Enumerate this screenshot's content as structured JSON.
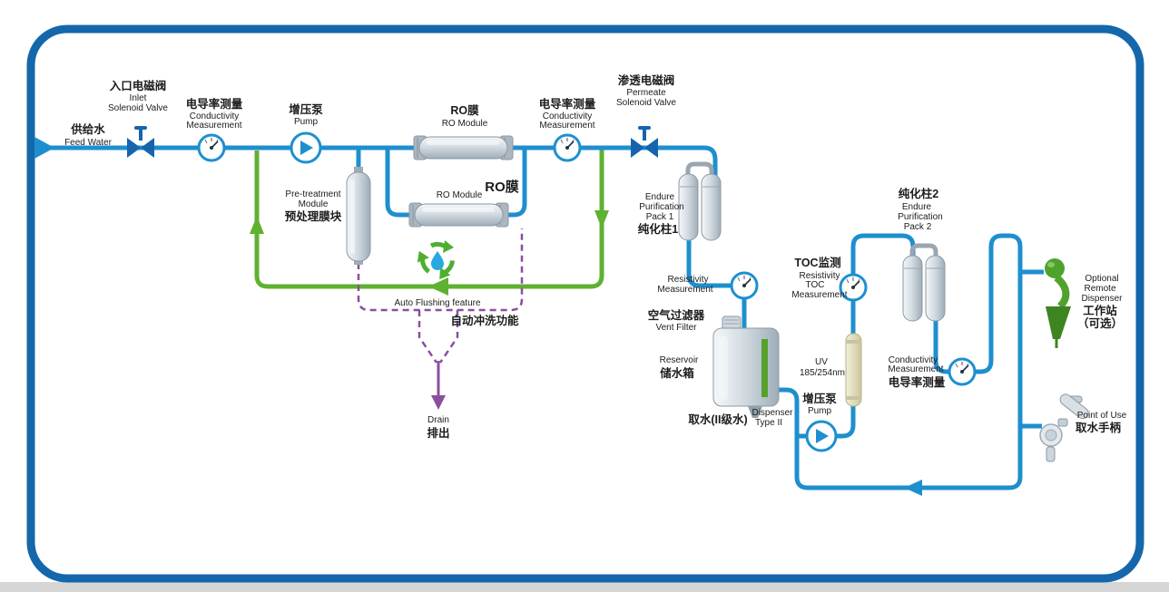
{
  "colors": {
    "pipe_blue": "#1e8fce",
    "pipe_green": "#5fb130",
    "pipe_purple": "#8a4f9e",
    "border_blue": "#1467ab"
  },
  "labels": {
    "feed_water": {
      "zh": "供给水",
      "en": "Feed Water"
    },
    "inlet_valve": {
      "zh": "入口电磁阀",
      "en1": "Inlet",
      "en2": "Solenoid Valve"
    },
    "conductivity1": {
      "zh": "电导率测量",
      "en1": "Conductivity",
      "en2": "Measurement"
    },
    "pump1": {
      "zh": "增压泵",
      "en": "Pump"
    },
    "pretreatment": {
      "en1": "Pre-treatment",
      "en2": "Module",
      "zh": "预处理膜块"
    },
    "ro_module1": {
      "zh": "RO膜",
      "en": "RO Module"
    },
    "ro_module2": {
      "en": "RO Module",
      "zh": "RO膜"
    },
    "conductivity2": {
      "zh": "电导率测量",
      "en1": "Conductivity",
      "en2": "Measurement"
    },
    "permeate_valve": {
      "zh": "渗透电磁阀",
      "en1": "Permeate",
      "en2": "Solenoid Valve"
    },
    "pack1": {
      "en1": "Endure",
      "en2": "Purification",
      "en3": "Pack 1",
      "zh": "纯化柱1"
    },
    "resistivity": {
      "en1": "Resistivity",
      "en2": "Measurement"
    },
    "vent_filter": {
      "zh": "空气过滤器",
      "en": "Vent Filter"
    },
    "reservoir": {
      "en": "Reservoir",
      "zh": "储水箱"
    },
    "toc": {
      "zh": "TOC监测",
      "en1": "Resistivity",
      "en2": "TOC",
      "en3": "Measurement"
    },
    "uv": {
      "en1": "UV",
      "en2": "185/254nm"
    },
    "pack2": {
      "zh": "纯化柱2",
      "en1": "Endure",
      "en2": "Purification",
      "en3": "Pack 2"
    },
    "conductivity3": {
      "en1": "Conductivity",
      "en2": "Measurement",
      "zh": "电导率测量"
    },
    "remote_dispenser": {
      "en1": "Optional",
      "en2": "Remote",
      "en3": "Dispenser",
      "zh1": "工作站",
      "zh2": "（可选）"
    },
    "point_of_use": {
      "en": "Point of Use",
      "zh": "取水手柄"
    },
    "pump2": {
      "zh": "增压泵",
      "en": "Pump"
    },
    "dispenser_type2": {
      "zh": "取水(II级水)",
      "en1": "Dispenser",
      "en2": "Type II"
    },
    "auto_flush": {
      "en": "Auto Flushing feature",
      "zh": "自动冲洗功能"
    },
    "drain": {
      "en": "Drain",
      "zh": "排出"
    }
  }
}
